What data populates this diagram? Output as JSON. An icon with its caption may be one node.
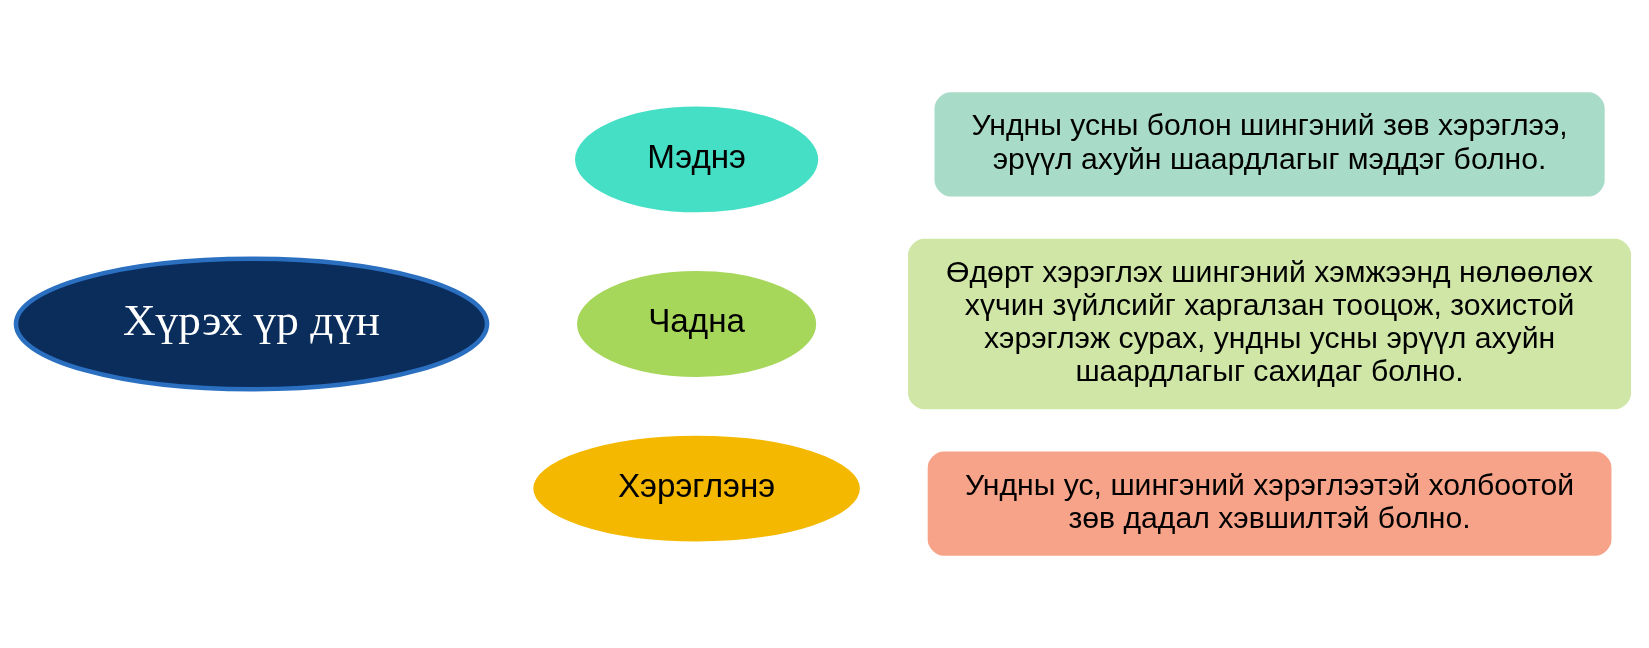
{
  "diagram": {
    "nodes": [
      {
        "text": [
          "Хүрэх үр дүн"
        ]
      },
      {
        "text": [
          "Мэднэ"
        ]
      },
      {
        "text": [
          "Ундны усны болон шингэний зөв хэрэглээ, эрүүл ахуйн шаардлагыг мэддэг болно."
        ]
      },
      {
        "text": [
          "Чадна"
        ]
      },
      {
        "text": [
          "Өдөрт хэрэглэх шингэний хэмжээнд нөлөөлөх хүчин зүйлсийг харгалзан тооцож, зохистой хэрэглэж сурах, ундны усны эрүүл ахуйн шаардлагыг сахидаг болно."
        ]
      },
      {
        "text": [
          "Хэрэглэнэ"
        ]
      },
      {
        "text": [
          "Ундны ус, шингэний хэрэглээтэй холбоотой зөв дадал хэвшилтэй болно."
        ]
      }
    ],
    "edges": []
  }
}
